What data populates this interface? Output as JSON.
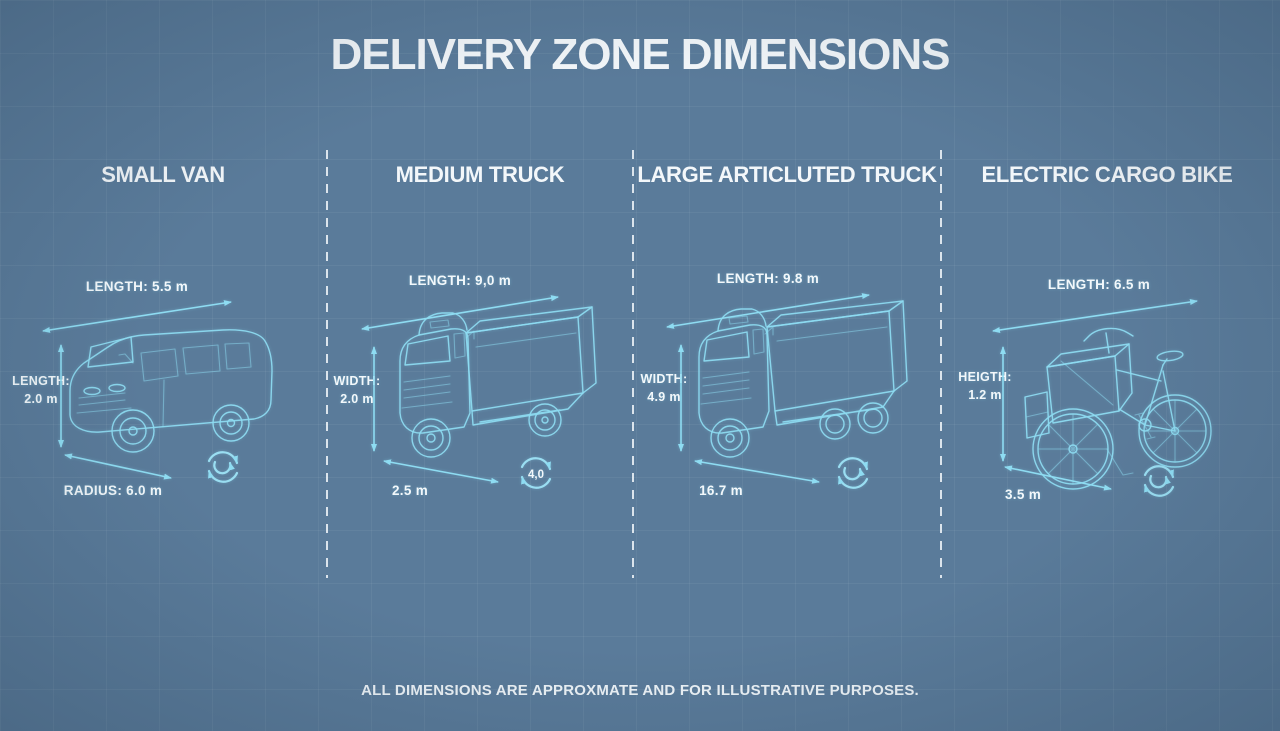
{
  "title": "DELIVERY ZONE DIMENSIONS",
  "footer": "ALL DIMENSIONS ARE APPROXMATE AND FOR ILLUSTRATIVE PURPOSES.",
  "colors": {
    "background": "#5a7b9a",
    "line_art": "#8edcf2",
    "text": "#f3f7fa"
  },
  "icons": {
    "turn_radius": "circular-arrows"
  },
  "sections": [
    {
      "name": "SMALL VAN",
      "vehicle": "van",
      "top_label": "LENGTH: 5.5 m",
      "side_label_title": "LENGTH:",
      "side_label_value": "2.0 m",
      "bottom_label": "RADIUS: 6.0 m"
    },
    {
      "name": "MEDIUM TRUCK",
      "vehicle": "box-truck",
      "top_label": "LENGTH: 9,0 m",
      "side_label_title": "WIDTH:",
      "side_label_value": "2.0 m",
      "bottom_label": "2.5 m",
      "turn_value": "4,0"
    },
    {
      "name": "LARGE ARTICLUTED TRUCK",
      "vehicle": "articulated-truck",
      "top_label": "LENGTH: 9.8 m",
      "side_label_title": "WIDTH:",
      "side_label_value": "4.9 m",
      "bottom_label": "16.7 m"
    },
    {
      "name": "ELECTRIC CARGO BIKE",
      "vehicle": "cargo-bike",
      "top_label": "LENGTH: 6.5 m",
      "side_label_title": "HEIGTH:",
      "side_label_value": "1.2 m",
      "bottom_label": "3.5 m"
    }
  ]
}
